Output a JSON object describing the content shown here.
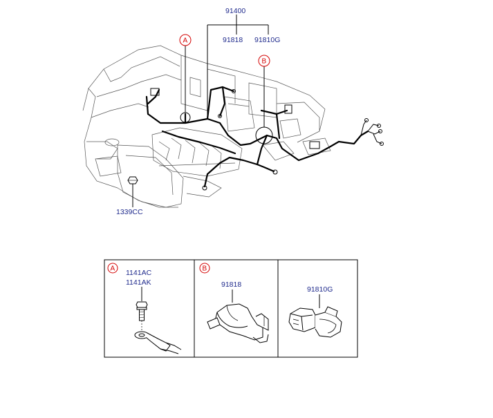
{
  "main_diagram": {
    "part_group": "91400",
    "sub_parts": [
      "91818",
      "91810G"
    ],
    "fastener": "1339CC",
    "callouts": [
      "A",
      "B"
    ]
  },
  "detail_panels": [
    {
      "letter": "A",
      "labels": [
        "1141AC",
        "1141AK"
      ]
    },
    {
      "letter": "B",
      "labels": [
        "91818"
      ]
    },
    {
      "letter": "",
      "labels": [
        "91810G"
      ]
    }
  ],
  "colors": {
    "label": "#1f2a8c",
    "callout": "#d40000",
    "line": "#000000"
  }
}
